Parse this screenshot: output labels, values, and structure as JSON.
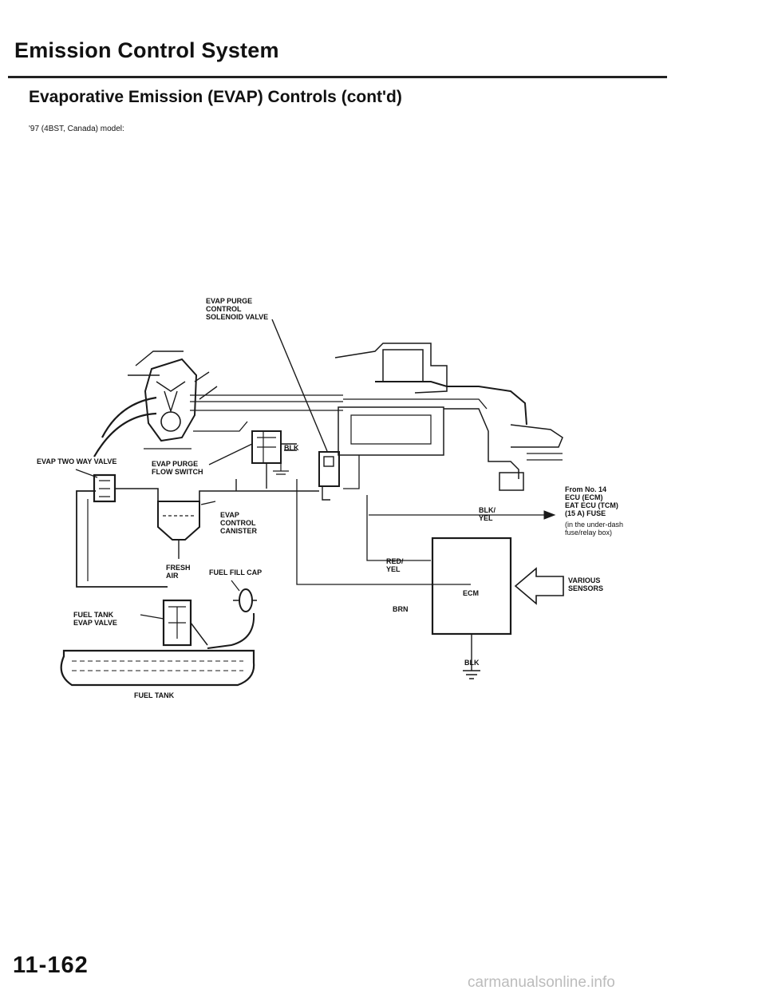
{
  "header": {
    "title": "Emission Control System",
    "section": "Evaporative Emission (EVAP) Controls (cont'd)",
    "model_note": "'97 (4BST, Canada) model:"
  },
  "diagram": {
    "labels": {
      "purge_solenoid": "EVAP PURGE\nCONTROL\nSOLENOID VALVE",
      "two_way_valve": "EVAP TWO WAY VALVE",
      "purge_flow_switch": "EVAP PURGE\nFLOW SWITCH",
      "canister": "EVAP\nCONTROL\nCANISTER",
      "fresh_air": "FRESH\nAIR",
      "fuel_fill_cap": "FUEL FILL CAP",
      "tank_valve": "FUEL TANK\nEVAP VALVE",
      "fuel_tank": "FUEL TANK",
      "wire_blk_top": "BLK",
      "wire_blk_yel": "BLK/\nYEL",
      "wire_red_yel": "RED/\nYEL",
      "wire_brn": "BRN",
      "wire_blk_ground": "BLK",
      "ecm": "ECM",
      "power_source_head": "From No. 14\nECU (ECM)\nEAT ECU (TCM)\n(15 A) FUSE",
      "power_source_note": "(in the under-dash\nfuse/relay box)",
      "sensors": "VARIOUS\nSENSORS"
    }
  },
  "footer": {
    "page_number": "11-162",
    "watermark": "carmanualsonline.info"
  }
}
